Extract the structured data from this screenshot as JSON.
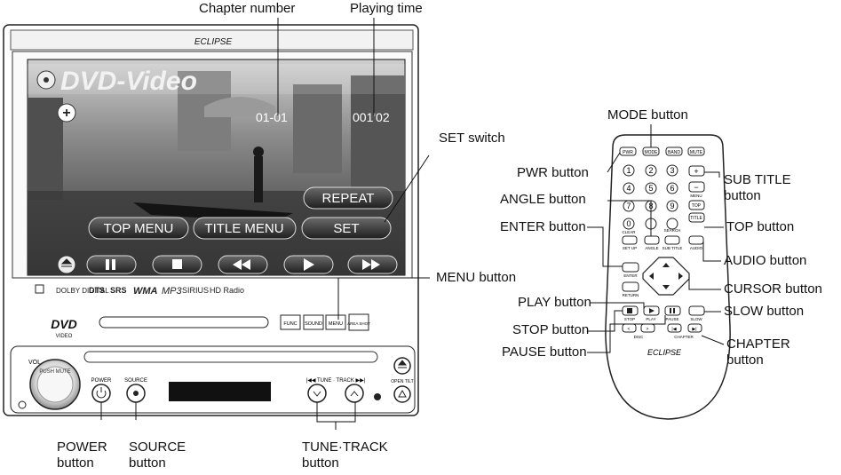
{
  "head_unit": {
    "brand": "ECLIPSE",
    "screen": {
      "source_title": "DVD-Video",
      "chapter_number": "01-01",
      "playing_time": "001'02",
      "buttons": {
        "repeat": "REPEAT",
        "top_menu": "TOP MENU",
        "title_menu": "TITLE MENU",
        "set": "SET"
      }
    },
    "logos": [
      "DTS",
      "DOLBY DIGITAL",
      "SRS",
      "WMA",
      "MP3",
      "SIRIUS",
      "HD Radio"
    ],
    "disc_logo": "DVD",
    "disc_logo_sub": "VIDEO",
    "panel_buttons": {
      "func": "FUNC",
      "sound": "SOUND",
      "menu": "MENU",
      "area_shot": "AREA SHOT"
    },
    "knob_label": "VOL",
    "knob_ring": "PUSH MUTE",
    "power_label": "POWER",
    "source_label": "SOURCE",
    "tune_track_label": "|◀◀ TUNE · TRACK ▶▶|",
    "open_tilt_label": "OPEN TILT"
  },
  "remote": {
    "brand": "ECLIPSE",
    "top_buttons": [
      "PWR",
      "MODE",
      "BAND",
      "MUTE"
    ],
    "numbers": [
      "1",
      "2",
      "3",
      "4",
      "5",
      "6",
      "7",
      "8",
      "9",
      "0"
    ],
    "small_labels": {
      "search": "SEARCH",
      "menu": "MENU",
      "top": "TOP",
      "title": "TITLE",
      "clear": "CLEAR",
      "setup": "SET UP",
      "angle": "ANGLE",
      "subtitle": "SUB TITLE",
      "audio": "AUDIO",
      "enter": "ENTER",
      "return": "RETURN",
      "stop": "STOP",
      "play": "PLAY",
      "pause": "PAUSE",
      "slow": "SLOW",
      "disc": "DISC",
      "chapter": "CHAPTER"
    }
  },
  "callouts": {
    "chapter_number": "Chapter number",
    "playing_time": "Playing time",
    "set_switch": "SET switch",
    "menu_button": "MENU button",
    "power_button": [
      "POWER",
      "button"
    ],
    "source_button": [
      "SOURCE",
      "button"
    ],
    "tune_track_button": [
      "TUNE·TRACK",
      "button"
    ],
    "mode_button": "MODE button",
    "pwr_button": "PWR button",
    "angle_button": "ANGLE button",
    "enter_button": "ENTER button",
    "sub_title_button": [
      "SUB TITLE",
      "button"
    ],
    "top_button": "TOP button",
    "audio_button": "AUDIO button",
    "cursor_button": "CURSOR button",
    "play_button": "PLAY button",
    "stop_button": "STOP button",
    "slow_button": "SLOW button",
    "pause_button": "PAUSE button",
    "chapter_button": [
      "CHAPTER",
      "button"
    ]
  }
}
